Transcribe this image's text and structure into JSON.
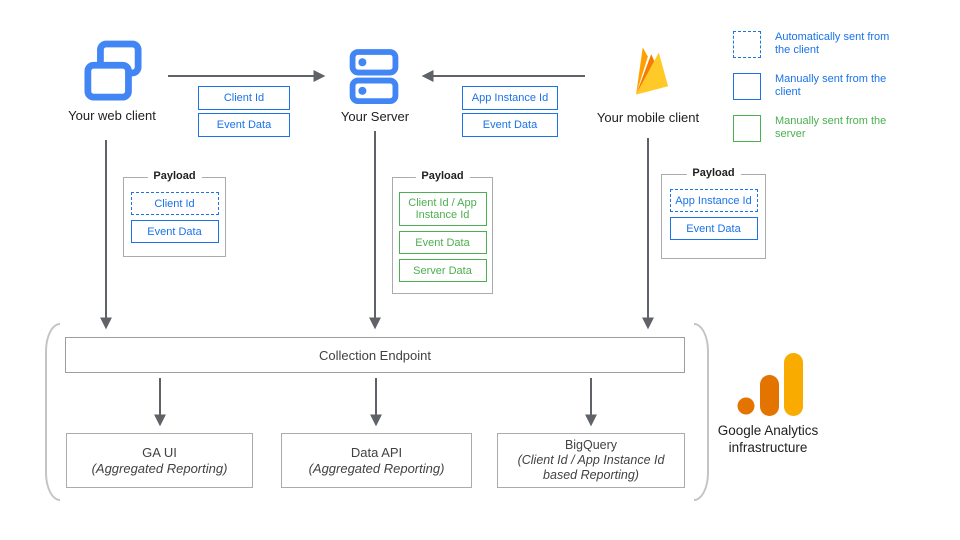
{
  "clients": {
    "web": {
      "label": "Your web client",
      "icon": "overlapping-browser-windows-icon"
    },
    "server": {
      "label": "Your Server",
      "icon": "server-stack-icon"
    },
    "mobile": {
      "label": "Your mobile client",
      "icon": "firebase-flame-icon"
    }
  },
  "param_boxes": {
    "web_to_server": [
      "Client Id",
      "Event Data"
    ],
    "mobile_to_server": [
      "App Instance Id",
      "Event Data"
    ]
  },
  "payloads": {
    "web": {
      "title": "Payload",
      "items": [
        {
          "label": "Client Id",
          "style": "dashed-blue"
        },
        {
          "label": "Event Data",
          "style": "solid-blue"
        }
      ]
    },
    "server": {
      "title": "Payload",
      "items": [
        {
          "label": "Client Id / App Instance Id",
          "style": "solid-green"
        },
        {
          "label": "Event Data",
          "style": "solid-green"
        },
        {
          "label": "Server Data",
          "style": "solid-green"
        }
      ]
    },
    "mobile": {
      "title": "Payload",
      "items": [
        {
          "label": "App Instance Id",
          "style": "dashed-blue"
        },
        {
          "label": "Event Data",
          "style": "solid-blue"
        }
      ]
    }
  },
  "legend": {
    "items": [
      {
        "label": "Automatically sent from the client",
        "style": "dashed-blue"
      },
      {
        "label": "Manually sent from the client",
        "style": "solid-blue"
      },
      {
        "label": "Manually sent from the server",
        "style": "solid-green"
      }
    ]
  },
  "infrastructure": {
    "endpoint_label": "Collection Endpoint",
    "outputs": [
      {
        "name": "GA UI",
        "detail": "(Aggregated Reporting)"
      },
      {
        "name": "Data API",
        "detail": "(Aggregated Reporting)"
      },
      {
        "name": "BigQuery",
        "detail": "(Client Id / App Instance Id based Reporting)"
      }
    ],
    "caption": "Google Analytics infrastructure",
    "logo_icon": "google-analytics-logo"
  },
  "colors": {
    "blue": "#1A73E8",
    "green": "#4CAF50",
    "icon_blue": "#4285F4",
    "arrow_gray": "#5F6368",
    "box_border_gray": "#ABABAB",
    "logo_orange": "#E37400",
    "logo_amber": "#F9AB00",
    "firebase_yellow": "#FFCA28",
    "firebase_orange": "#F57C00",
    "firebase_amber": "#FFA000"
  }
}
